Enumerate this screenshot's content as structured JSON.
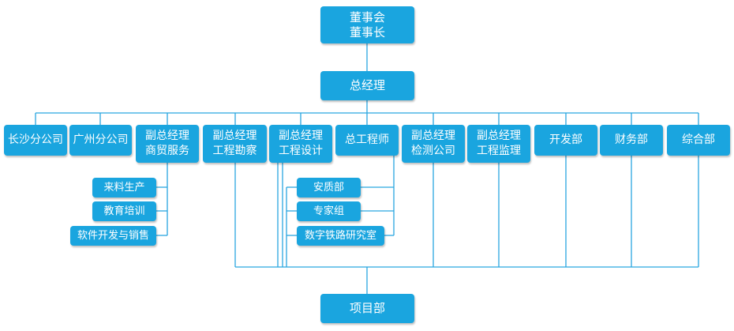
{
  "chart": {
    "board": {
      "line1": "董事会",
      "line2": "董事长"
    },
    "gm": "总经理",
    "departments": [
      {
        "id": "changsha",
        "line1": "长沙分公司"
      },
      {
        "id": "guangzhou",
        "line1": "广州分公司"
      },
      {
        "id": "vp-trade",
        "line1": "副总经理",
        "line2": "商贸服务"
      },
      {
        "id": "vp-survey",
        "line1": "副总经理",
        "line2": "工程勘察"
      },
      {
        "id": "vp-design",
        "line1": "副总经理",
        "line2": "工程设计"
      },
      {
        "id": "chief-engineer",
        "line1": "总工程师"
      },
      {
        "id": "vp-testing",
        "line1": "副总经理",
        "line2": "检测公司"
      },
      {
        "id": "vp-supervision",
        "line1": "副总经理",
        "line2": "工程监理"
      },
      {
        "id": "development",
        "line1": "开发部"
      },
      {
        "id": "finance",
        "line1": "财务部"
      },
      {
        "id": "general",
        "line1": "综合部"
      }
    ],
    "trade_children": [
      "来料生产",
      "教育培训",
      "软件开发与销售"
    ],
    "engineer_children": [
      "安质部",
      "专家组",
      "数字铁路研究室"
    ],
    "project": "项目部"
  }
}
